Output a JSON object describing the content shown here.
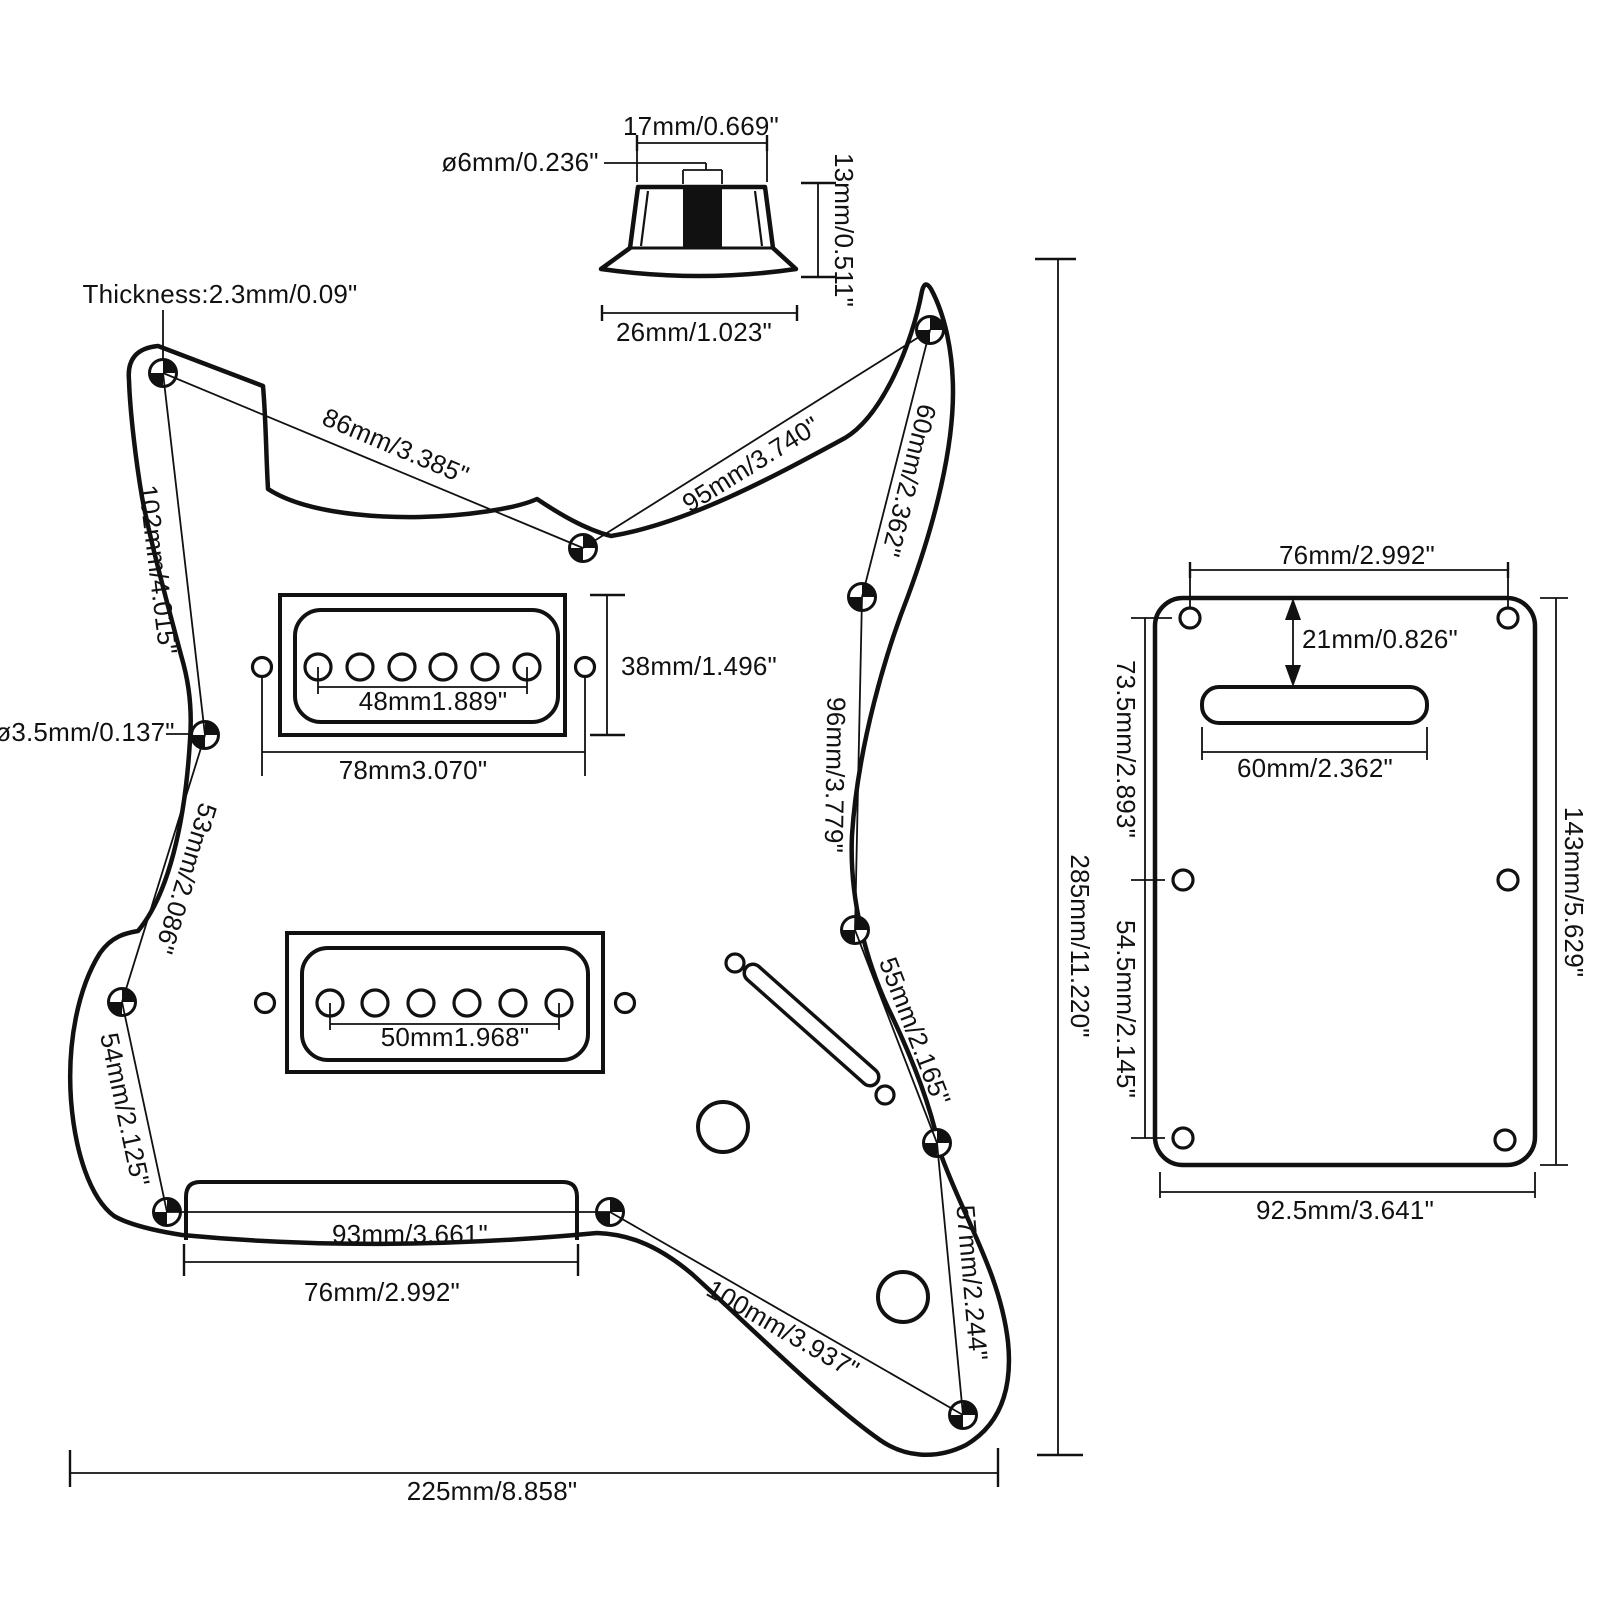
{
  "diagram": {
    "background": "#ffffff",
    "line_color": "#111111"
  },
  "knob": {
    "top_diameter": "17mm/0.669\"",
    "shaft_diameter": "ø6mm/0.236\"",
    "height": "13mm/0.511\"",
    "base_diameter": "26mm/1.023\""
  },
  "pickguard": {
    "thickness": "Thickness:2.3mm/0.09\"",
    "screw_hole_diameter": "ø3.5mm/0.137\"",
    "screw_span_top_left": "86mm/3.385\"",
    "screw_span_top_right": "95mm/3.740\"",
    "screw_span_left_upper": "102mm/4.015\"",
    "screw_span_horn": "60mm/2.362\"",
    "screw_span_left_middle": "53mm/2.086\"",
    "screw_span_right_middle": "96mm/3.779\"",
    "screw_span_left_lower": "54mm/2.125\"",
    "screw_span_right_lower": "55mm/2.165\"",
    "screw_span_right_bottom": "57mm/2.244\"",
    "screw_span_bridge": "93mm/3.661\"",
    "bridge_cutout_width": "76mm/2.992\"",
    "screw_span_bottom_diagonal": "100mm/3.937\"",
    "overall_width": "225mm/8.858\"",
    "overall_height": "285mm/11.220\"",
    "neck_pickup": {
      "pole_spacing": "48mm1.889\"",
      "cutout_width": "78mm3.070\"",
      "cutout_height": "38mm/1.496\""
    },
    "middle_pickup": {
      "pole_spacing": "50mm1.968\""
    }
  },
  "backplate": {
    "screw_span_width": "76mm/2.992\"",
    "slot_offset": "21mm/0.826\"",
    "slot_width": "60mm/2.362\"",
    "screw_span_upper": "73.5mm/2.893\"",
    "screw_span_lower": "54.5mm/2.145\"",
    "overall_height": "143mm/5.629\"",
    "overall_width": "92.5mm/3.641\""
  }
}
